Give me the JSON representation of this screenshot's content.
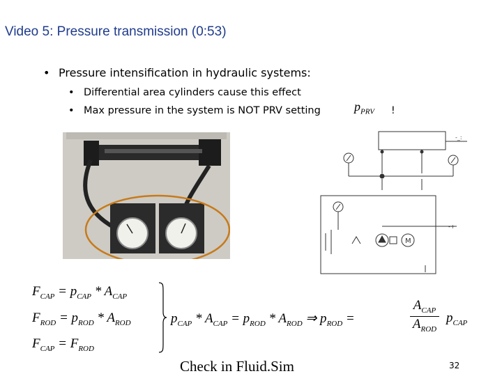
{
  "title": "Video 5: Pressure transmission (0:53)",
  "bullet1": "Pressure intensification in hydraulic systems:",
  "bullet2a": "Differential area cylinders cause this effect",
  "bullet2b": "Max pressure in the system is NOT PRV setting",
  "prv_symbol": "p",
  "prv_sub": "PRV",
  "exclamation": "!",
  "circuit_motor_label": "M",
  "equations": {
    "eq1": [
      "F",
      "CAP",
      " = p",
      "CAP",
      " * A",
      "CAP"
    ],
    "eq2": [
      "F",
      "ROD",
      " = p",
      "ROD",
      " * A",
      "ROD"
    ],
    "eq3": [
      "F",
      "CAP",
      " = F",
      "ROD"
    ],
    "main": [
      "p",
      "CAP",
      " * A",
      "CAP",
      " = p",
      "ROD",
      " * A",
      "ROD",
      " ⇒ p",
      "ROD",
      " ="
    ],
    "frac_num": [
      "A",
      "CAP"
    ],
    "frac_den": [
      "A",
      "ROD"
    ],
    "frac_rest": [
      "p",
      "CAP"
    ]
  },
  "footer": "Check in Fluid.Sim",
  "page_number": "32",
  "colors": {
    "title": "#1f3b8c",
    "highlight_ellipse": "#c87a1a"
  }
}
